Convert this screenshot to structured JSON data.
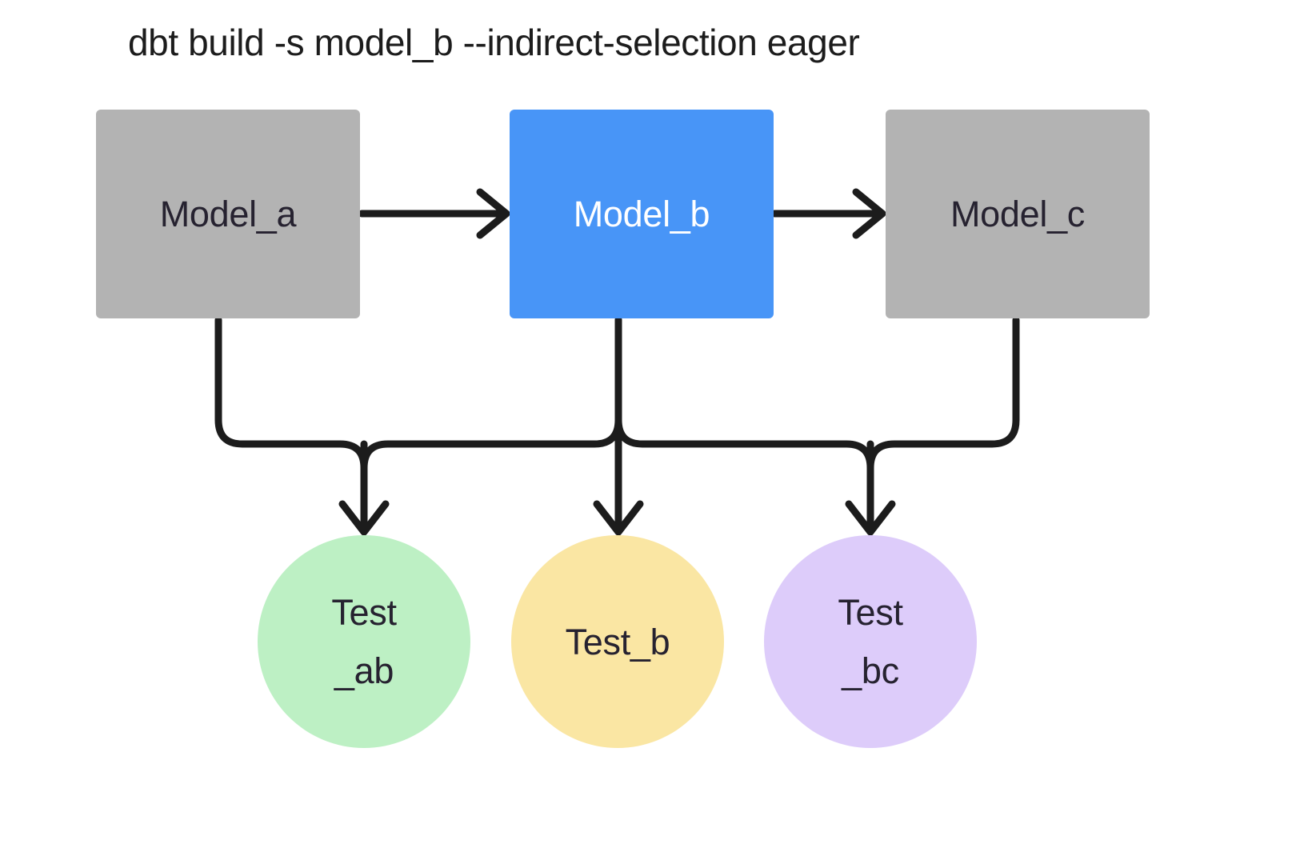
{
  "title": "dbt build -s model_b --indirect-selection eager",
  "background_color": "#ffffff",
  "edge_color": "#1c1c1c",
  "diagram": {
    "kind": "dag",
    "models": [
      {
        "id": "model_a",
        "label": "Model_a",
        "shape": "rectangle",
        "fill": "#b3b3b3",
        "text_color": "#262230",
        "selected": false
      },
      {
        "id": "model_b",
        "label": "Model_b",
        "shape": "rectangle",
        "fill": "#4895f7",
        "text_color": "#ffffff",
        "selected": true
      },
      {
        "id": "model_c",
        "label": "Model_c",
        "shape": "rectangle",
        "fill": "#b3b3b3",
        "text_color": "#262230",
        "selected": false
      }
    ],
    "tests": [
      {
        "id": "test_ab",
        "label": "Test_ab",
        "line1": "Test",
        "line2": "_ab",
        "shape": "circle",
        "fill": "#bdf0c4",
        "text_color": "#262230"
      },
      {
        "id": "test_b",
        "label": "Test_b",
        "line1": "Test_b",
        "line2": "",
        "shape": "circle",
        "fill": "#fae6a3",
        "text_color": "#262230"
      },
      {
        "id": "test_bc",
        "label": "Test_bc",
        "line1": "Test",
        "line2": "_bc",
        "shape": "circle",
        "fill": "#ddccfa",
        "text_color": "#262230"
      }
    ],
    "edges": [
      {
        "from": "model_a",
        "to": "model_b",
        "style": "straight-arrow"
      },
      {
        "from": "model_b",
        "to": "model_c",
        "style": "straight-arrow"
      },
      {
        "from": "model_a",
        "to": "test_ab",
        "style": "elbow-arrow"
      },
      {
        "from": "model_b",
        "to": "test_ab",
        "style": "elbow-arrow"
      },
      {
        "from": "model_b",
        "to": "test_b",
        "style": "straight-arrow"
      },
      {
        "from": "model_b",
        "to": "test_bc",
        "style": "elbow-arrow"
      },
      {
        "from": "model_c",
        "to": "test_bc",
        "style": "elbow-arrow"
      }
    ]
  }
}
